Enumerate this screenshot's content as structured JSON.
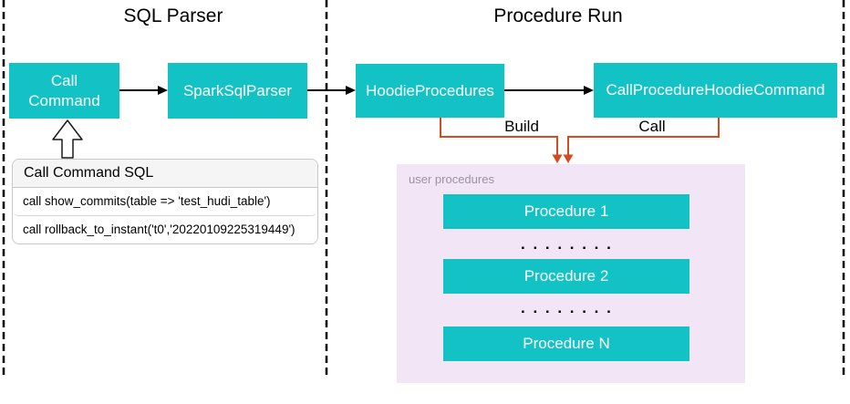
{
  "sections": {
    "sql_parser_title": "SQL Parser",
    "procedure_run_title": "Procedure Run"
  },
  "nodes": {
    "call_command": "Call Command",
    "spark_sql_parser": "SparkSqlParser",
    "hoodie_procedures": "HoodieProcedures",
    "call_procedure_hoodie_command": "CallProcedureHoodieCommand"
  },
  "edges": {
    "build_label": "Build",
    "call_label": "Call"
  },
  "user_procedures": {
    "label": "user procedures",
    "items": [
      "Procedure 1",
      "Procedure 2",
      "Procedure N"
    ],
    "separator_dots": ". . . . . . . ."
  },
  "sql_table": {
    "header": "Call Command SQL",
    "rows": [
      "call show_commits(table => 'test_hudi_table')",
      "call rollback_to_instant('t0','20220109225319449')"
    ]
  },
  "colors": {
    "node_teal": "#13c2c5",
    "edge_orange": "#d54a1e",
    "group_lavender": "#f2e6f6",
    "table_header_gray": "#f5f5f5",
    "edge_black": "#000000"
  }
}
